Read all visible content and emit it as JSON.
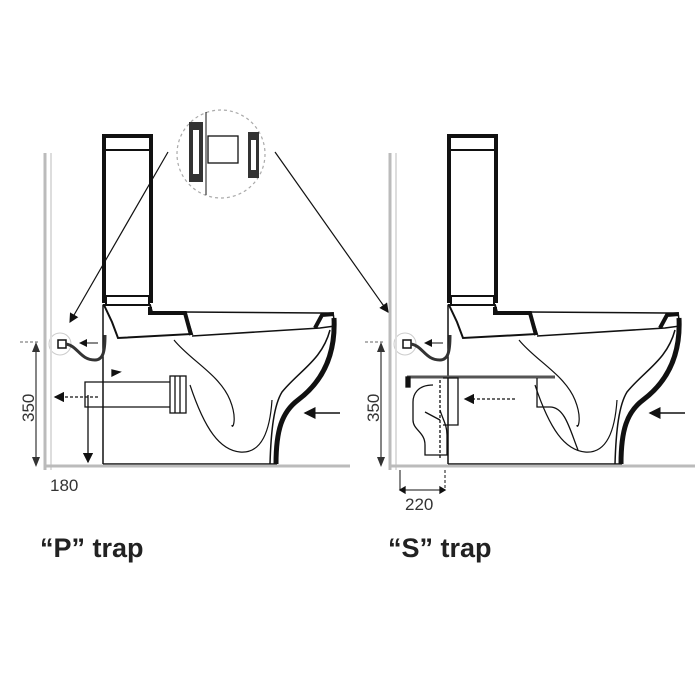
{
  "diagrams": [
    {
      "title": "“P” trap",
      "height_dim": "350",
      "width_dim": "180"
    },
    {
      "title": "“S” trap",
      "height_dim": "350",
      "width_dim": "220"
    }
  ],
  "colors": {
    "line": "#111111",
    "wall": "#bbbbbb",
    "text": "#333333"
  }
}
